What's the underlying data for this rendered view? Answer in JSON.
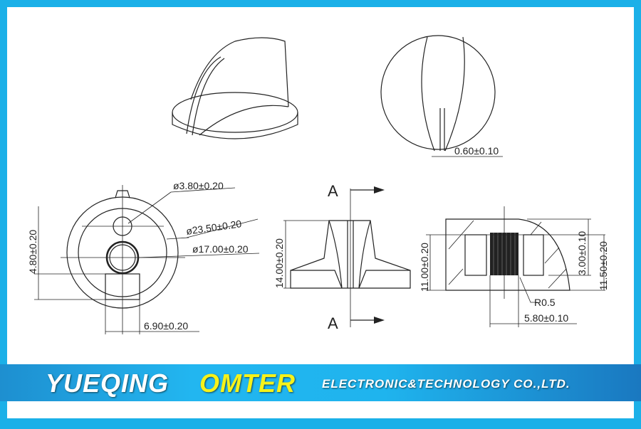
{
  "dimensions": {
    "top_slot": "0.60±0.10",
    "small_hole": "ø3.80±0.20",
    "outer_dia": "ø23.50±0.20",
    "inner_dia": "ø17.00±0.20",
    "offset_height": "4.80±0.20",
    "flat_width": "6.90±0.20",
    "total_height": "14.00±0.20",
    "section_left_height": "11.00±0.20",
    "shaft_depth": "3.00±0.10",
    "section_right_height": "11.50±0.20",
    "radius": "R0.5",
    "shaft_width": "5.80±0.10"
  },
  "section_labels": {
    "top": "A",
    "bottom": "A"
  },
  "banner": {
    "name1": "YUEQING",
    "name2": "OMTER",
    "name3": "ELECTRONIC&TECHNOLOGY  CO.,LTD."
  },
  "colors": {
    "frame": "#1bb0e8",
    "banner_yellow": "#f5f21a"
  }
}
